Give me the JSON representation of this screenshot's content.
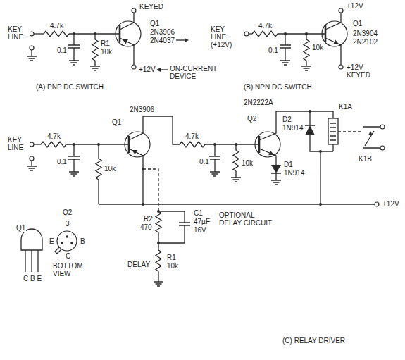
{
  "diagram": {
    "labels": [
      "KEYED",
      "KEY LINE",
      "4.7k",
      "0.1",
      "R1",
      "10k",
      "Q1",
      "2N3906",
      "2N4037",
      "+12V",
      "ON-CURRENT DEVICE",
      "(A) PNP DC SWITCH",
      "+12V",
      "KEY LINE (+12V)",
      "4.7k",
      "Q1",
      "2N3904",
      "2N2102",
      "0.1",
      "10k",
      "+12V KEYED",
      "(B) NPN DC SWITCH",
      "KEY LINE",
      "4.7k",
      "0.1",
      "10k",
      "Q1",
      "2N3906",
      "4.7k",
      "0.1",
      "10k",
      "2N2222A",
      "Q2",
      "D2",
      "1N914",
      "D1",
      "1N914",
      "K1A",
      "K1B",
      "+12V",
      "R2",
      "470",
      "C1",
      "47µF",
      "16V",
      "OPTIONAL DELAY CIRCUIT",
      "DELAY",
      "R1",
      "10k",
      "(C) RELAY DRIVER",
      "Q1",
      "C B E",
      "Q2",
      "3",
      "E",
      "B",
      "C",
      "BOTTOM VIEW"
    ]
  }
}
